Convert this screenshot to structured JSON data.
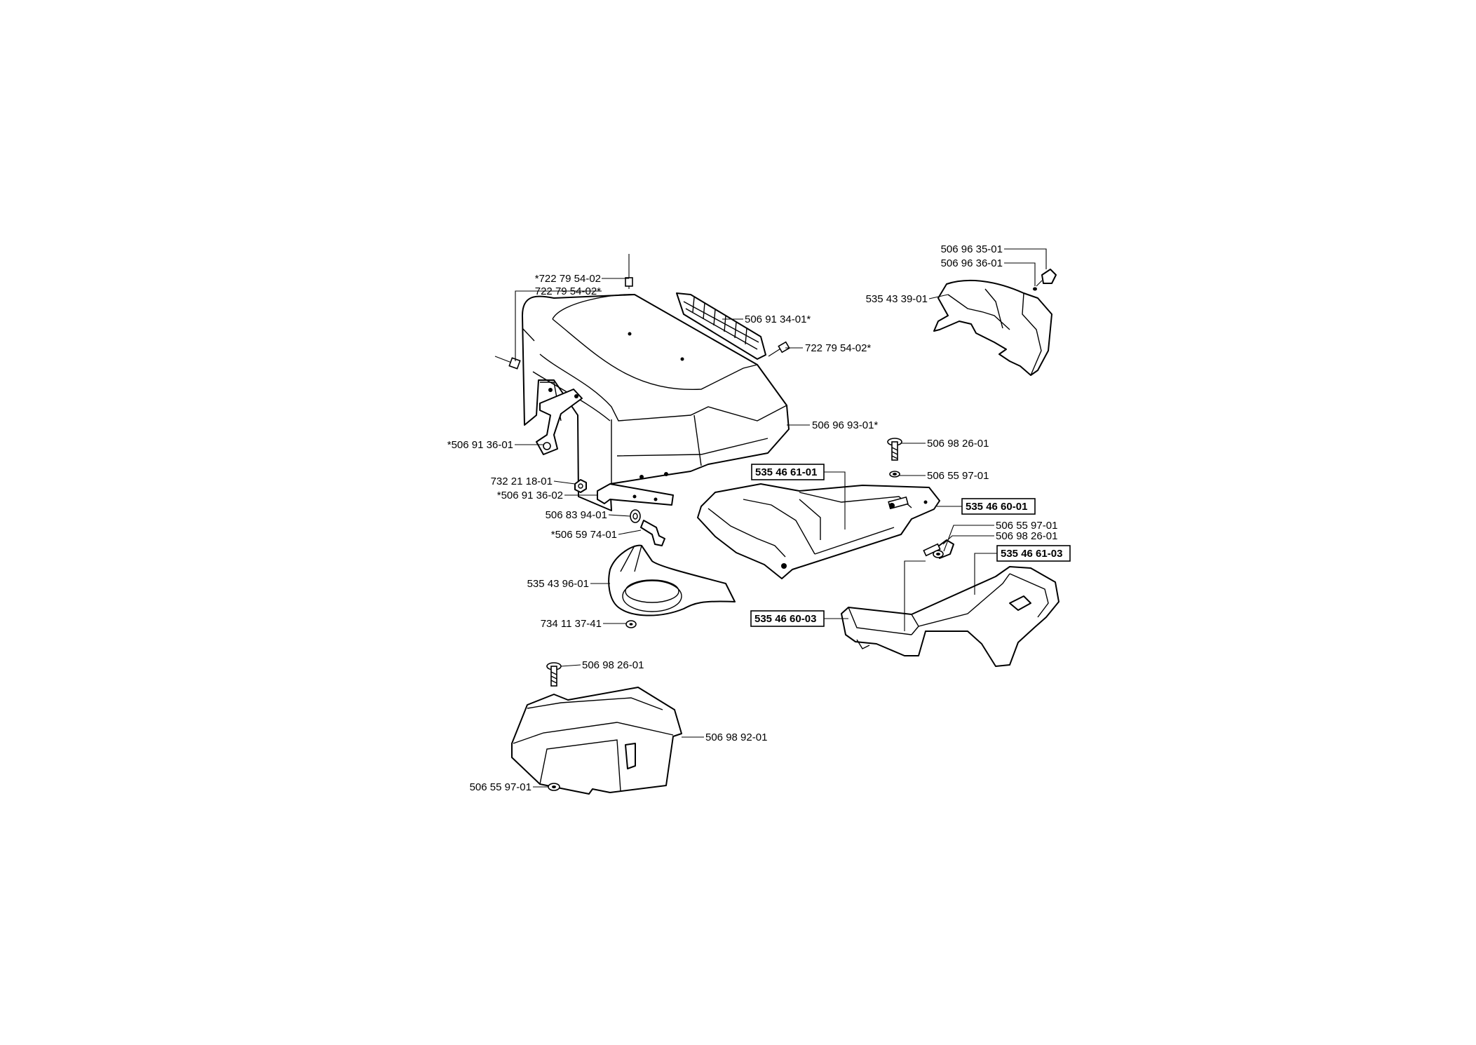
{
  "labels": {
    "l_722_79_54_02_star_a": "*722 79 54-02",
    "l_722_79_54_02_star_b": "722 79 54-02*",
    "l_506_91_34_01": "506 91 34-01*",
    "l_722_79_54_02_star_c": "722 79 54-02*",
    "l_506_96_93_01": "506 96 93-01*",
    "l_506_91_36_01": "*506 91 36-01",
    "l_732_21_18_01": "732 21 18-01",
    "l_506_91_36_02": "*506 91 36-02",
    "l_506_83_94_01": "506 83 94-01",
    "l_506_59_74_01": "*506 59 74-01",
    "l_535_43_96_01": "535 43 96-01",
    "l_734_11_37_41": "734 11 37-41",
    "l_506_98_26_01_a": "506 98 26-01",
    "l_506_98_92_01": "506 98 92-01",
    "l_506_55_97_01_a": "506 55 97-01",
    "l_506_96_35_01": "506 96 35-01",
    "l_506_96_36_01": "506 96 36-01",
    "l_535_43_39_01": "535 43 39-01",
    "l_506_98_26_01_b": "506 98 26-01",
    "l_506_55_97_01_b": "506 55 97-01",
    "l_535_46_61_01": "535 46 61-01",
    "l_535_46_60_01": "535 46 60-01",
    "l_506_55_97_01_c": "506 55 97-01",
    "l_506_98_26_01_c": "506 98 26-01",
    "l_535_46_61_03": "535 46 61-03",
    "l_535_46_60_03": "535 46 60-03"
  }
}
